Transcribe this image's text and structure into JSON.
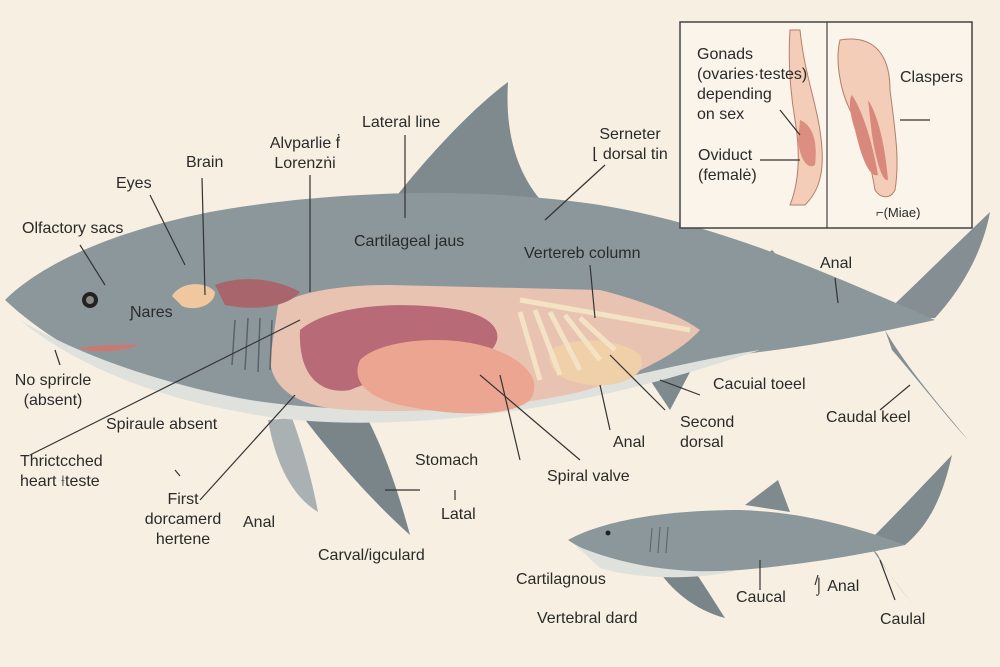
{
  "labels": {
    "olfactory_sacs": "Olfactory sacs",
    "eyes": "Eyes",
    "brain": "Brain",
    "ampullae": "Alvparlie ḟ\nLorenzṅi",
    "lateral_line": "Lateral line",
    "serneter": "Serneter\n⌊ dorsal tin",
    "cartilageal_jaws": "Cartilageal jaus",
    "vertebral_column": "Vertereb column",
    "nares": "Ɲares",
    "no_spiracle": "No sprircle\n(absent)",
    "spiracle_absent": "Spiraule absent",
    "heart": "Thrictcched\nheart ⟊teste",
    "first_dorsal": "First\ndorcamerd\nhertene",
    "anal_fin": "Anal",
    "carval": "Carval/igculard",
    "stomach": "Stomach",
    "latal": "Latal",
    "spiral_valve": "Spiral valve",
    "anal_mid": "Anal",
    "second_dorsal": "Second\ndorsal",
    "caudal_toeel": "Cacuial toeel",
    "caudal_keel": "Caudal keel",
    "anal_top": "Anal"
  },
  "inset": {
    "gonads": "Gonads\n(ovaries·testes)\ndepending\non sex",
    "oviduct": "Oviduct\n(femalė)",
    "claspers": "Claspers",
    "male": "⌐(Miae)"
  },
  "small_shark": {
    "cartilaginous": "Cartilagnous",
    "vertebral": "Vertebral dard",
    "caucal": "Caucal",
    "anal": "⌡ Anal",
    "caulal": "Caulal"
  },
  "colors": {
    "background": "#f7efe2",
    "body_gray": "#8c979b",
    "belly": "#dfe1dd",
    "organ_pink": "#e6a795",
    "liver": "#b86a77",
    "line": "#333333"
  }
}
